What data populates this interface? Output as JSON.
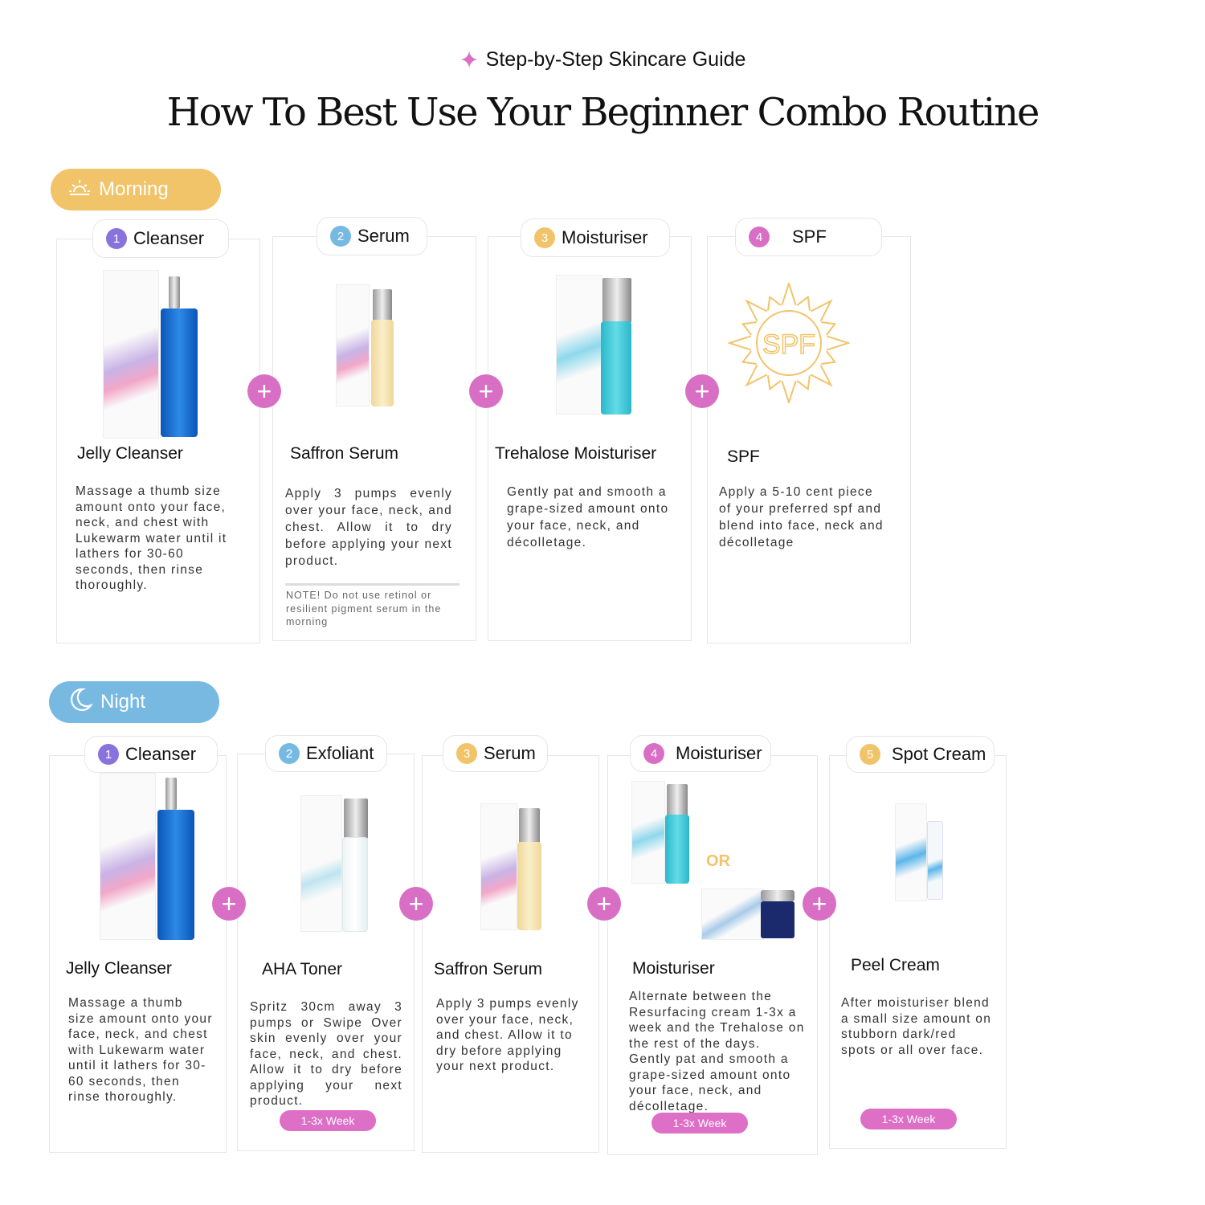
{
  "header": {
    "subtitle": "Step-by-Step Skincare Guide",
    "title": "How To Best Use Your Beginner Combo Routine"
  },
  "colors": {
    "accent": "#d86fc4",
    "morning": "#f1c46a",
    "night": "#78b9e2",
    "step1": "#8a72dc",
    "step2": "#76b9e2",
    "step3": "#f1c46a",
    "step4": "#d86fc4"
  },
  "morning": {
    "label": "Morning",
    "icon": "sunrise-icon",
    "steps": [
      {
        "num": "1",
        "tab": "Cleanser",
        "name": "Jelly  Cleanser",
        "desc": "Massage a thumb size amount onto your face, neck, and chest with Lukewarm water until it lathers for 30-60 seconds, then rinse thoroughly."
      },
      {
        "num": "2",
        "tab": "Serum",
        "name": "Saffron Serum",
        "desc": "Apply 3 pumps evenly over your face, neck, and chest. Allow it to dry before applying your next product.",
        "note": "NOTE! Do not  use retinol or resilient pigment serum in the morning"
      },
      {
        "num": "3",
        "tab": "Moisturiser",
        "name": "Trehalose  Moisturiser",
        "desc": "Gently pat and smooth a grape-sized amount onto your face, neck, and décolletage."
      },
      {
        "num": "4",
        "tab": "SPF",
        "name": "SPF",
        "desc": "Apply a 5-10 cent piece of your preferred spf and blend into face, neck and décolletage",
        "logo": "SPF"
      }
    ]
  },
  "night": {
    "label": "Night",
    "icon": "moon-icon",
    "or_label": "OR",
    "steps": [
      {
        "num": "1",
        "tab": "Cleanser",
        "name": "Jelly  Cleanser",
        "desc": "Massage a thumb size amount onto your face, neck, and chest with Lukewarm water until it lathers for 30-60 seconds, then rinse thoroughly."
      },
      {
        "num": "2",
        "tab": "Exfoliant",
        "name": "AHA Toner",
        "desc": "Spritz 30cm away 3 pumps or Swipe Over skin evenly over your face, neck, and chest. Allow it to dry before applying your next product.",
        "freq": "1-3x Week"
      },
      {
        "num": "3",
        "tab": "Serum",
        "name": "Saffron Serum",
        "desc": "Apply 3 pumps evenly over your face, neck, and chest. Allow it to dry before applying your next product."
      },
      {
        "num": "4",
        "tab": "Moisturiser",
        "name": "Moisturiser",
        "desc": "Alternate between the Resurfacing cream 1-3x a week and the Trehalose on the rest of the days. Gently pat and smooth a grape-sized amount onto your face, neck, and décolletage.",
        "freq": "1-3x Week"
      },
      {
        "num": "5",
        "tab": "Spot Cream",
        "name": "Peel Cream",
        "desc": "After moisturiser blend a small size amount on stubborn dark/red spots or all over face.",
        "freq": "1-3x Week"
      }
    ]
  }
}
